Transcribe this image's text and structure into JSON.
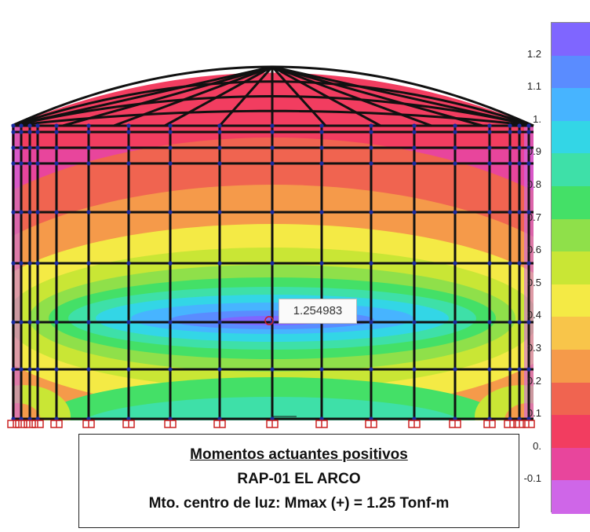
{
  "peak_value": "1.254983",
  "caption": {
    "line1": "Momentos actuantes positivos",
    "line2": "RAP-01 EL ARCO",
    "line3": "Mto. centro de luz: Mmax (+) = 1.25 Tonf-m"
  },
  "legend": {
    "ticks": [
      "1.2",
      "1.1",
      "1.",
      "0.9",
      "0.8",
      "0.7",
      "0.6",
      "0.5",
      "0.4",
      "0.3",
      "0.2",
      "0.1",
      "0.",
      "-0.1"
    ],
    "colors": [
      "#7f66ff",
      "#5a8cff",
      "#47b4ff",
      "#33d6e6",
      "#3ee0a8",
      "#44e067",
      "#8fe04a",
      "#c9e635",
      "#f4ea45",
      "#f8c54a",
      "#f59a4a",
      "#f06450",
      "#f23d60",
      "#e8459c",
      "#cf66e8"
    ]
  }
}
